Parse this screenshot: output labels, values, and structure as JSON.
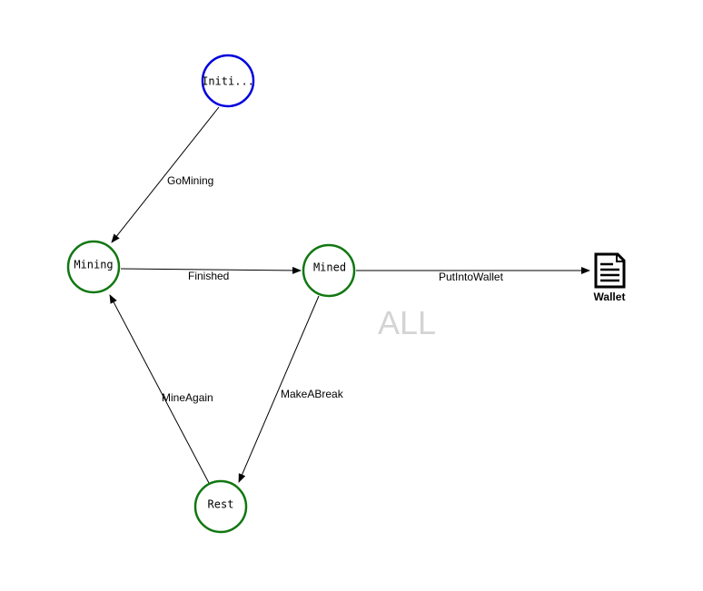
{
  "watermark": "ALL",
  "colors": {
    "initial_stroke": "#0000dd",
    "state_stroke": "#117711",
    "edge": "#000000",
    "watermark": "#d4d4d4"
  },
  "states": {
    "initial": {
      "label": "Initi...",
      "kind": "initial"
    },
    "mining": {
      "label": "Mining",
      "kind": "state"
    },
    "mined": {
      "label": "Mined",
      "kind": "state"
    },
    "rest": {
      "label": "Rest",
      "kind": "state"
    }
  },
  "artifact": {
    "label": "Wallet",
    "icon": "document-icon"
  },
  "transitions": [
    {
      "label": "GoMining",
      "from": "initial",
      "to": "mining"
    },
    {
      "label": "Finished",
      "from": "mining",
      "to": "mined"
    },
    {
      "label": "PutIntoWallet",
      "from": "mined",
      "to": "wallet"
    },
    {
      "label": "MakeABreak",
      "from": "mined",
      "to": "rest"
    },
    {
      "label": "MineAgain",
      "from": "rest",
      "to": "mining"
    }
  ]
}
